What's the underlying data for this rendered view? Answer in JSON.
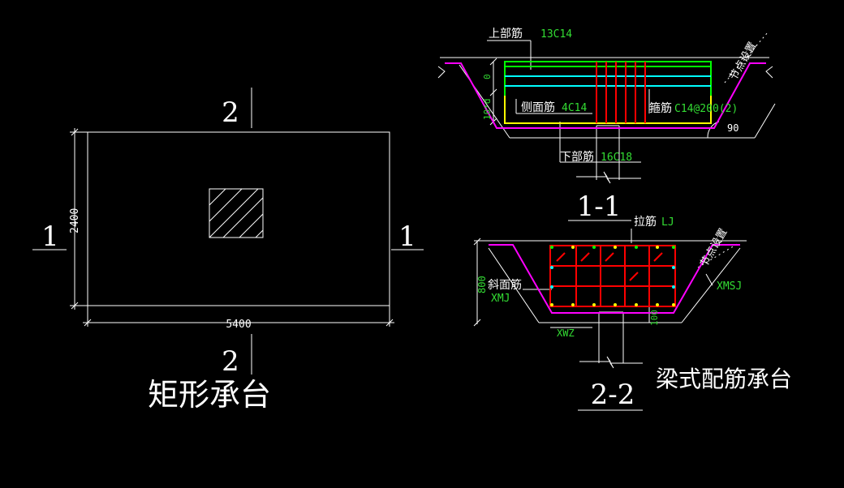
{
  "colors": {
    "background": "#000000",
    "line": "#ffffff",
    "magenta": "#ff00ff",
    "green": "#00ff00",
    "cyan": "#00ffff",
    "yellow": "#ffff00",
    "red": "#ff0000",
    "label_green": "#33dd33"
  },
  "plan": {
    "title": "矩形承台",
    "dim_length": "5400",
    "dim_width": "2400",
    "section1_left": "1",
    "section1_right": "1",
    "section2_top": "2",
    "section2_bottom": "2"
  },
  "section1": {
    "label": "1-1",
    "top_bar_label": "上部筋",
    "top_bar_spec": "13C14",
    "side_bar_label": "侧面筋",
    "side_bar_spec": "4C14",
    "stirrup_label": "箍筋",
    "stirrup_spec": "C14@200(2)",
    "bottom_bar_label": "下部筋",
    "bottom_bar_spec": "16C18",
    "node_label": "节点设置",
    "dim_zero": "0",
    "dim_10d": "10*d",
    "angle": "90"
  },
  "section2": {
    "label": "2-2",
    "tie_label": "拉筋",
    "tie_spec": "LJ",
    "slope_label": "斜面筋",
    "slope_spec": "XMJ",
    "xmsj": "XMSJ",
    "xwz": "XWZ",
    "dim_800": "800",
    "dim_100": "100",
    "node_label": "节点设置"
  },
  "caption": "梁式配筋承台"
}
